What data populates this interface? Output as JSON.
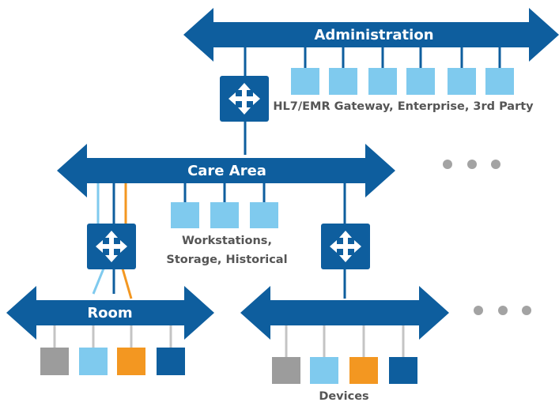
{
  "colors": {
    "bus": "#0e5e9e",
    "light_blue": "#7fcaee",
    "orange": "#f39721",
    "gray": "#9c9c9c",
    "dark_blue": "#0e5e9e",
    "connector": "#c4c4c4",
    "text": "#555555"
  },
  "buses": {
    "administration": "Administration",
    "care_area": "Care Area",
    "room": "Room",
    "devices_bus": ""
  },
  "captions": {
    "admin_nodes": "HL7/EMR Gateway, Enterprise, 3rd Party",
    "care_nodes_line1": "Workstations,",
    "care_nodes_line2": "Storage, Historical",
    "devices": "Devices"
  },
  "switch_icon": "four-way-arrow-switch-icon",
  "more_icon": "ellipsis-icon"
}
